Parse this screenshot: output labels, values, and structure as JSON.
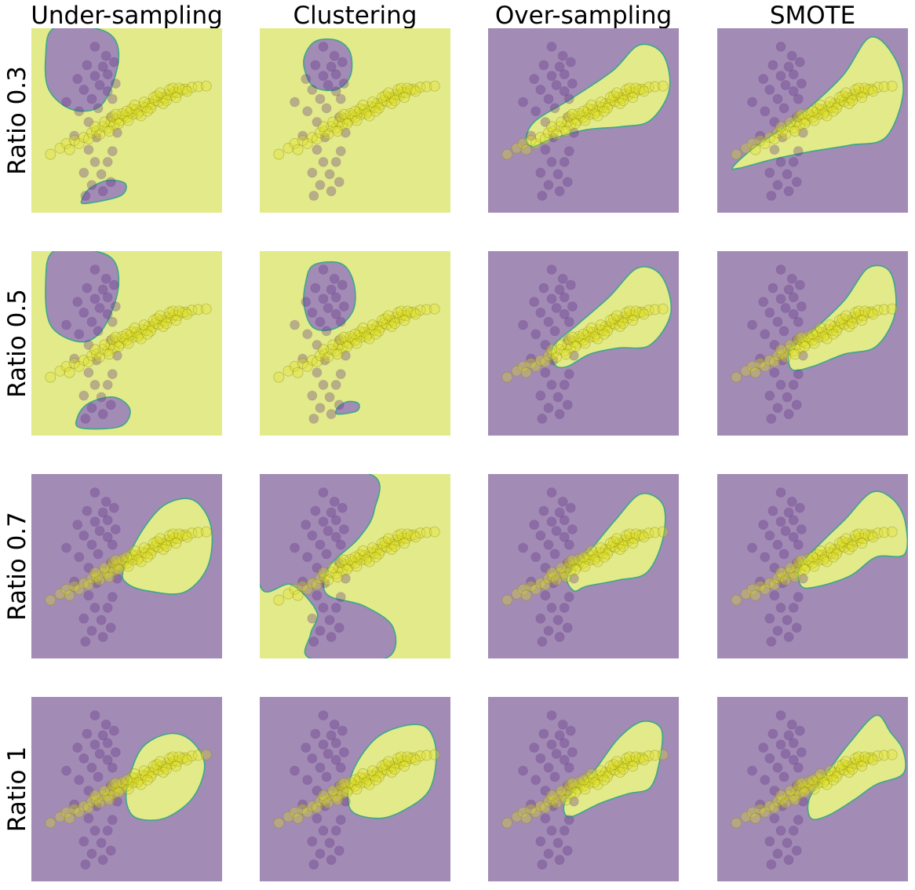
{
  "columns": [
    "Under-sampling",
    "Clustering",
    "Over-sampling",
    "SMOTE"
  ],
  "rows": [
    "Ratio 0.3",
    "Ratio 0.5",
    "Ratio 0.7",
    "Ratio 1"
  ],
  "colors": {
    "majority_region": "#e3ea8a",
    "minority_region": "#a28bb5",
    "majority_point": "#e0e020",
    "minority_point": "#5a2a80",
    "boundary": "#3ba88a"
  },
  "chart_data": {
    "type": "scatter",
    "grid": false,
    "axes_visible": false,
    "xlim": [
      -3,
      3
    ],
    "ylim": [
      -3,
      3
    ],
    "minority_points": [
      [
        -1.0,
        2.4
      ],
      [
        -0.65,
        2.1
      ],
      [
        -1.25,
        1.8
      ],
      [
        -0.75,
        1.75
      ],
      [
        -0.4,
        1.9
      ],
      [
        -1.0,
        1.45
      ],
      [
        -0.6,
        1.5
      ],
      [
        -0.85,
        1.15
      ],
      [
        -0.35,
        1.2
      ],
      [
        -1.35,
        1.0
      ],
      [
        -0.6,
        0.95
      ],
      [
        -1.1,
        0.7
      ],
      [
        -0.45,
        0.7
      ],
      [
        -1.5,
        0.3
      ],
      [
        -0.9,
        0.4
      ],
      [
        -1.2,
        -0.05
      ],
      [
        -0.5,
        0.1
      ],
      [
        -1.65,
        -0.5
      ],
      [
        -0.95,
        -0.55
      ],
      [
        -0.3,
        -0.4
      ],
      [
        -1.2,
        -0.95
      ],
      [
        -0.45,
        -1.0
      ],
      [
        -1.0,
        -1.35
      ],
      [
        -0.6,
        -1.35
      ],
      [
        -1.35,
        -1.7
      ],
      [
        -0.8,
        -1.75
      ],
      [
        -1.1,
        -2.1
      ],
      [
        -0.75,
        -2.3
      ],
      [
        -1.3,
        -2.45
      ],
      [
        -0.5,
        -2.0
      ],
      [
        -1.9,
        0.6
      ],
      [
        -1.55,
        1.35
      ]
    ],
    "majority_points": [
      [
        -2.4,
        -1.1
      ],
      [
        -2.1,
        -0.9
      ],
      [
        -1.9,
        -0.75
      ],
      [
        -1.8,
        -0.95
      ],
      [
        -1.65,
        -0.65
      ],
      [
        -1.5,
        -0.75
      ],
      [
        -1.35,
        -0.55
      ],
      [
        -1.2,
        -0.6
      ],
      [
        -1.1,
        -0.4
      ],
      [
        -0.95,
        -0.35
      ],
      [
        -0.85,
        -0.45
      ],
      [
        -0.75,
        -0.2
      ],
      [
        -0.6,
        -0.25
      ],
      [
        -0.5,
        -0.05
      ],
      [
        -0.4,
        -0.15
      ],
      [
        -0.3,
        0.05
      ],
      [
        -0.2,
        0.0
      ],
      [
        -0.1,
        0.15
      ],
      [
        0.0,
        0.1
      ],
      [
        0.1,
        0.25
      ],
      [
        0.2,
        0.2
      ],
      [
        0.3,
        0.35
      ],
      [
        0.4,
        0.3
      ],
      [
        0.5,
        0.45
      ],
      [
        0.6,
        0.42
      ],
      [
        0.7,
        0.55
      ],
      [
        0.8,
        0.52
      ],
      [
        0.9,
        0.65
      ],
      [
        1.0,
        0.62
      ],
      [
        1.1,
        0.75
      ],
      [
        1.2,
        0.72
      ],
      [
        1.3,
        0.85
      ],
      [
        1.4,
        0.82
      ],
      [
        1.5,
        0.92
      ],
      [
        1.6,
        0.9
      ],
      [
        1.75,
        1.0
      ],
      [
        1.85,
        1.02
      ],
      [
        2.05,
        1.08
      ],
      [
        2.25,
        1.1
      ],
      [
        2.5,
        1.12
      ],
      [
        -0.45,
        0.12
      ],
      [
        -0.15,
        0.22
      ],
      [
        0.15,
        0.38
      ],
      [
        0.35,
        0.22
      ],
      [
        0.55,
        0.6
      ],
      [
        0.75,
        0.4
      ],
      [
        0.95,
        0.8
      ],
      [
        1.15,
        0.55
      ],
      [
        1.35,
        1.0
      ],
      [
        1.55,
        0.75
      ],
      [
        -0.7,
        -0.05
      ],
      [
        -0.25,
        -0.1
      ],
      [
        0.05,
        0.0
      ],
      [
        0.25,
        0.5
      ],
      [
        0.45,
        0.15
      ],
      [
        0.85,
        0.75
      ],
      [
        1.05,
        0.9
      ],
      [
        1.25,
        0.65
      ],
      [
        1.45,
        1.05
      ],
      [
        1.65,
        1.05
      ],
      [
        -1.0,
        -0.2
      ],
      [
        -0.55,
        -0.35
      ],
      [
        0.65,
        0.3
      ],
      [
        1.9,
        0.95
      ],
      [
        0.0,
        0.3
      ],
      [
        -0.35,
        0.2
      ]
    ],
    "panels": [
      {
        "row": "Ratio 0.3",
        "col": "Under-sampling",
        "background": "majority",
        "regions": [
          [
            [
              -2.3,
              3.0
            ],
            [
              -1.0,
              3.0
            ],
            [
              -0.35,
              2.6
            ],
            [
              -0.3,
              1.7
            ],
            [
              -0.8,
              0.5
            ],
            [
              -1.7,
              0.35
            ],
            [
              -2.45,
              1.0
            ],
            [
              -2.55,
              2.1
            ]
          ],
          [
            [
              -1.3,
              -2.7
            ],
            [
              -0.2,
              -2.45
            ],
            [
              -0.05,
              -2.05
            ],
            [
              -0.6,
              -1.95
            ],
            [
              -1.15,
              -2.2
            ],
            [
              -1.4,
              -2.55
            ]
          ]
        ]
      },
      {
        "row": "Ratio 0.3",
        "col": "Clustering",
        "background": "majority",
        "regions": [
          [
            [
              -1.2,
              2.6
            ],
            [
              -0.55,
              2.6
            ],
            [
              -0.15,
              2.2
            ],
            [
              -0.15,
              1.45
            ],
            [
              -0.6,
              1.0
            ],
            [
              -1.3,
              1.1
            ],
            [
              -1.6,
              1.7
            ],
            [
              -1.55,
              2.2
            ]
          ]
        ]
      },
      {
        "row": "Ratio 0.3",
        "col": "Over-sampling",
        "background": "minority",
        "regions": [
          [
            [
              -1.8,
              -0.55
            ],
            [
              -1.5,
              0.0
            ],
            [
              -0.4,
              0.7
            ],
            [
              0.9,
              1.6
            ],
            [
              1.75,
              2.45
            ],
            [
              2.5,
              2.15
            ],
            [
              2.7,
              1.0
            ],
            [
              2.1,
              0.0
            ],
            [
              1.2,
              -0.2
            ],
            [
              0.1,
              -0.3
            ],
            [
              -1.0,
              -0.6
            ],
            [
              -1.6,
              -0.85
            ]
          ]
        ]
      },
      {
        "row": "Ratio 0.3",
        "col": "SMOTE",
        "background": "minority",
        "regions": [
          [
            [
              -2.5,
              -1.5
            ],
            [
              -1.8,
              -0.85
            ],
            [
              -0.6,
              0.0
            ],
            [
              0.9,
              1.4
            ],
            [
              1.8,
              2.7
            ],
            [
              2.55,
              2.1
            ],
            [
              2.85,
              0.9
            ],
            [
              2.3,
              -0.55
            ],
            [
              1.2,
              -0.8
            ],
            [
              0.0,
              -1.0
            ],
            [
              -1.2,
              -1.25
            ],
            [
              -2.3,
              -1.55
            ]
          ]
        ]
      },
      {
        "row": "Ratio 0.5",
        "col": "Under-sampling",
        "background": "majority",
        "regions": [
          [
            [
              -2.3,
              3.0
            ],
            [
              -1.0,
              3.0
            ],
            [
              -0.35,
              2.6
            ],
            [
              -0.3,
              1.6
            ],
            [
              -0.8,
              0.4
            ],
            [
              -1.5,
              0.05
            ],
            [
              -2.4,
              0.6
            ],
            [
              -2.55,
              2.0
            ]
          ],
          [
            [
              -1.45,
              -2.75
            ],
            [
              -0.2,
              -2.7
            ],
            [
              0.1,
              -2.15
            ],
            [
              -0.4,
              -1.75
            ],
            [
              -1.2,
              -1.95
            ],
            [
              -1.55,
              -2.4
            ]
          ]
        ]
      },
      {
        "row": "Ratio 0.5",
        "col": "Clustering",
        "background": "majority",
        "regions": [
          [
            [
              -1.3,
              2.55
            ],
            [
              -0.45,
              2.6
            ],
            [
              -0.05,
              2.0
            ],
            [
              -0.05,
              1.1
            ],
            [
              -0.6,
              0.5
            ],
            [
              -1.3,
              0.5
            ],
            [
              -1.6,
              1.2
            ],
            [
              -1.55,
              2.0
            ]
          ],
          [
            [
              -0.55,
              -2.3
            ],
            [
              0.05,
              -2.2
            ],
            [
              0.1,
              -1.95
            ],
            [
              -0.25,
              -1.9
            ],
            [
              -0.55,
              -2.1
            ]
          ]
        ]
      },
      {
        "row": "Ratio 0.5",
        "col": "Over-sampling",
        "background": "minority",
        "regions": [
          [
            [
              -0.9,
              -0.7
            ],
            [
              -0.95,
              -0.1
            ],
            [
              -0.2,
              0.6
            ],
            [
              0.8,
              1.5
            ],
            [
              1.7,
              2.45
            ],
            [
              2.45,
              2.2
            ],
            [
              2.75,
              1.0
            ],
            [
              2.1,
              -0.05
            ],
            [
              1.1,
              -0.15
            ],
            [
              0.2,
              -0.35
            ],
            [
              -0.5,
              -0.75
            ]
          ]
        ]
      },
      {
        "row": "Ratio 0.5",
        "col": "SMOTE",
        "background": "minority",
        "regions": [
          [
            [
              -0.65,
              -0.85
            ],
            [
              -0.7,
              -0.2
            ],
            [
              0.0,
              0.4
            ],
            [
              1.0,
              1.4
            ],
            [
              1.75,
              2.45
            ],
            [
              2.45,
              2.3
            ],
            [
              2.6,
              1.0
            ],
            [
              2.0,
              -0.1
            ],
            [
              1.0,
              -0.35
            ],
            [
              0.0,
              -0.75
            ]
          ]
        ]
      },
      {
        "row": "Ratio 0.7",
        "col": "Under-sampling",
        "background": "minority",
        "regions": [
          [
            [
              -0.1,
              -0.1
            ],
            [
              0.45,
              1.1
            ],
            [
              1.2,
              2.0
            ],
            [
              2.1,
              2.15
            ],
            [
              2.65,
              1.3
            ],
            [
              2.55,
              0.0
            ],
            [
              1.8,
              -0.85
            ],
            [
              0.65,
              -0.8
            ],
            [
              0.0,
              -0.55
            ]
          ]
        ]
      },
      {
        "row": "Ratio 0.7",
        "col": "Clustering",
        "background": "majority",
        "regions": [
          [
            [
              -3.0,
              3.0
            ],
            [
              0.45,
              3.0
            ],
            [
              0.6,
              1.8
            ],
            [
              0.1,
              0.9
            ],
            [
              -0.8,
              0.0
            ],
            [
              -0.9,
              -0.9
            ],
            [
              0.3,
              -1.3
            ],
            [
              1.2,
              -2.0
            ],
            [
              0.95,
              -3.0
            ],
            [
              -1.4,
              -3.0
            ],
            [
              -1.4,
              -2.2
            ],
            [
              -1.2,
              -1.5
            ],
            [
              -2.0,
              -0.6
            ],
            [
              -3.0,
              -0.6
            ]
          ]
        ]
      },
      {
        "row": "Ratio 0.7",
        "col": "Over-sampling",
        "background": "minority",
        "regions": [
          [
            [
              -0.3,
              -0.8
            ],
            [
              -0.5,
              -0.3
            ],
            [
              0.2,
              0.5
            ],
            [
              1.0,
              1.5
            ],
            [
              1.8,
              2.35
            ],
            [
              2.5,
              2.0
            ],
            [
              2.5,
              0.9
            ],
            [
              2.0,
              -0.2
            ],
            [
              1.1,
              -0.45
            ],
            [
              0.1,
              -0.65
            ]
          ]
        ]
      },
      {
        "row": "Ratio 0.7",
        "col": "SMOTE",
        "background": "minority",
        "regions": [
          [
            [
              -0.35,
              -0.65
            ],
            [
              -0.4,
              0.0
            ],
            [
              0.3,
              0.8
            ],
            [
              1.0,
              1.5
            ],
            [
              1.85,
              2.4
            ],
            [
              2.5,
              2.2
            ],
            [
              2.9,
              1.5
            ],
            [
              2.9,
              0.4
            ],
            [
              2.0,
              0.3
            ],
            [
              1.2,
              -0.3
            ],
            [
              0.2,
              -0.65
            ]
          ]
        ]
      },
      {
        "row": "Ratio 1",
        "col": "Under-sampling",
        "background": "minority",
        "regions": [
          [
            [
              0.1,
              -0.75
            ],
            [
              0.0,
              0.0
            ],
            [
              0.45,
              1.3
            ],
            [
              1.3,
              1.8
            ],
            [
              2.0,
              1.6
            ],
            [
              2.45,
              0.8
            ],
            [
              2.1,
              -0.25
            ],
            [
              1.3,
              -0.9
            ],
            [
              0.55,
              -1.0
            ]
          ]
        ]
      },
      {
        "row": "Ratio 1",
        "col": "Clustering",
        "background": "minority",
        "regions": [
          [
            [
              -0.15,
              -0.65
            ],
            [
              -0.1,
              0.5
            ],
            [
              0.6,
              1.6
            ],
            [
              1.5,
              2.05
            ],
            [
              2.25,
              2.0
            ],
            [
              2.55,
              1.2
            ],
            [
              2.35,
              0.0
            ],
            [
              1.6,
              -0.65
            ],
            [
              0.75,
              -0.95
            ]
          ]
        ]
      },
      {
        "row": "Ratio 1",
        "col": "Over-sampling",
        "background": "minority",
        "regions": [
          [
            [
              -0.45,
              -0.9
            ],
            [
              -0.55,
              -0.35
            ],
            [
              0.3,
              0.55
            ],
            [
              1.1,
              1.65
            ],
            [
              1.85,
              2.2
            ],
            [
              2.45,
              1.95
            ],
            [
              2.4,
              0.95
            ],
            [
              2.1,
              0.05
            ],
            [
              1.4,
              -0.15
            ],
            [
              0.55,
              -0.45
            ]
          ]
        ]
      },
      {
        "row": "Ratio 1",
        "col": "SMOTE",
        "background": "minority",
        "regions": [
          [
            [
              -0.05,
              -0.95
            ],
            [
              -0.1,
              -0.3
            ],
            [
              0.5,
              0.6
            ],
            [
              1.2,
              1.55
            ],
            [
              2.0,
              2.4
            ],
            [
              2.45,
              1.85
            ],
            [
              2.85,
              1.25
            ],
            [
              2.85,
              0.5
            ],
            [
              2.0,
              0.15
            ],
            [
              1.3,
              -0.35
            ],
            [
              0.5,
              -0.85
            ]
          ]
        ]
      }
    ]
  }
}
